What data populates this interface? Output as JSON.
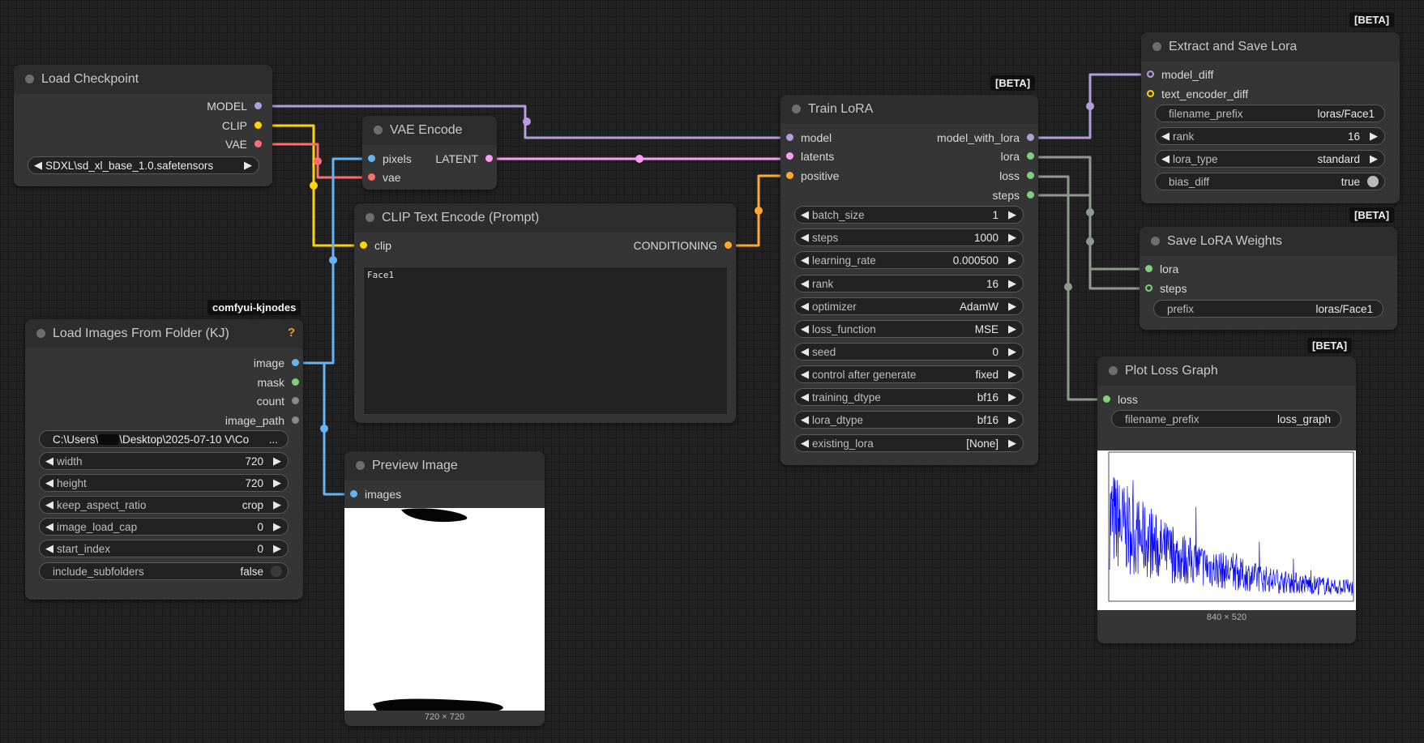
{
  "colors": {
    "model": "#b39ddb",
    "clip": "#ffd500",
    "vae": "#ff6e6e",
    "latent": "#ff9cf9",
    "image": "#64b5f6",
    "conditioning": "#ffa931",
    "lora": "#7fcf7f",
    "loss": "#7fcf7f",
    "wire_grey": "#8f9a8f",
    "plot_line": "#0000ff"
  },
  "badges": {
    "kjnodes": "comfyui-kjnodes",
    "beta": "[BETA]"
  },
  "load_checkpoint": {
    "title": "Load Checkpoint",
    "outputs": [
      "MODEL",
      "CLIP",
      "VAE"
    ],
    "ckpt_name": "SDXL\\sd_xl_base_1.0.safetensors"
  },
  "vae_encode": {
    "title": "VAE Encode",
    "inputs": [
      "pixels",
      "vae"
    ],
    "output": "LATENT"
  },
  "clip_text_encode": {
    "title": "CLIP Text Encode (Prompt)",
    "input": "clip",
    "output": "CONDITIONING",
    "text": "Face1"
  },
  "load_images": {
    "title": "Load Images From Folder (KJ)",
    "help": "?",
    "outputs": [
      "image",
      "mask",
      "count",
      "image_path"
    ],
    "folder_prefix": "C:\\Users\\",
    "folder_suffix": "\\Desktop\\2025-07-10 V\\Co",
    "folder_ellipsis": "...",
    "widgets": [
      {
        "label": "width",
        "value": "720"
      },
      {
        "label": "height",
        "value": "720"
      },
      {
        "label": "keep_aspect_ratio",
        "value": "crop"
      },
      {
        "label": "image_load_cap",
        "value": "0"
      },
      {
        "label": "start_index",
        "value": "0"
      }
    ],
    "toggle": {
      "label": "include_subfolders",
      "value": "false"
    }
  },
  "preview_image": {
    "title": "Preview Image",
    "input": "images",
    "size": "720 × 720"
  },
  "train_lora": {
    "title": "Train LoRA",
    "inputs": [
      "model",
      "latents",
      "positive"
    ],
    "outputs": [
      "model_with_lora",
      "lora",
      "loss",
      "steps"
    ],
    "widgets": [
      {
        "label": "batch_size",
        "value": "1"
      },
      {
        "label": "steps",
        "value": "1000"
      },
      {
        "label": "learning_rate",
        "value": "0.000500"
      },
      {
        "label": "rank",
        "value": "16"
      },
      {
        "label": "optimizer",
        "value": "AdamW"
      },
      {
        "label": "loss_function",
        "value": "MSE"
      },
      {
        "label": "seed",
        "value": "0"
      },
      {
        "label": "control after generate",
        "value": "fixed"
      },
      {
        "label": "training_dtype",
        "value": "bf16"
      },
      {
        "label": "lora_dtype",
        "value": "bf16"
      },
      {
        "label": "existing_lora",
        "value": "[None]"
      }
    ]
  },
  "extract_lora": {
    "title": "Extract and Save Lora",
    "inputs": [
      "model_diff",
      "text_encoder_diff"
    ],
    "filename_prefix": {
      "label": "filename_prefix",
      "value": "loras/Face1"
    },
    "rank": {
      "label": "rank",
      "value": "16"
    },
    "lora_type": {
      "label": "lora_type",
      "value": "standard"
    },
    "bias_diff": {
      "label": "bias_diff",
      "value": "true"
    }
  },
  "save_lora": {
    "title": "Save LoRA Weights",
    "inputs": [
      "lora",
      "steps"
    ],
    "prefix": {
      "label": "prefix",
      "value": "loras/Face1"
    }
  },
  "plot_loss": {
    "title": "Plot Loss Graph",
    "input": "loss",
    "filename_prefix": {
      "label": "filename_prefix",
      "value": "loss_graph"
    },
    "size": "840 × 520"
  },
  "arrows": {
    "left": "◀",
    "right": "▶"
  }
}
